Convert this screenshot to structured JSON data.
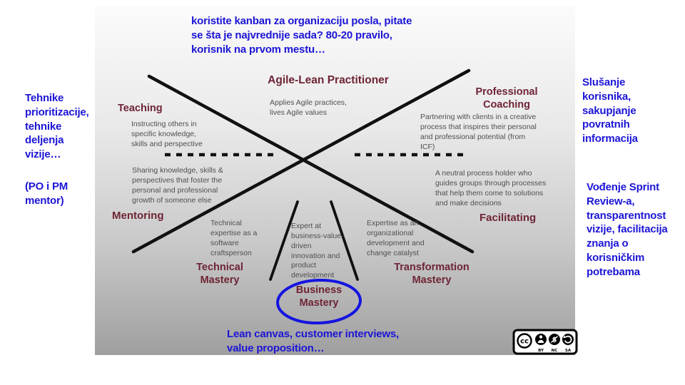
{
  "colors": {
    "annotation_blue": "#1c15d6",
    "heading_maroon": "#6e2435",
    "body_gray": "#4f4f4f",
    "line_black": "#111111",
    "ellipse_blue": "#1414e0",
    "slide_gradient_top": "#fbfbfb",
    "slide_gradient_bottom": "#9f9f9f"
  },
  "annotations": {
    "top": "koristite kanban za organizaciju posla, pitate\nse šta je najvrednije sada? 80-20 pravilo,\nkorisnik na prvom mestu…",
    "left_primary": "Tehnike\nprioritizacije,\ntehnike\ndeljenja\nvizije…",
    "left_secondary": "(PO i PM\nmentor)",
    "right_top": "Slušanje\nkorisnika,\nsakupjanje\npovratnih\ninformacija",
    "right_bottom": "Vođenje Sprint\nReview-a,\ntransparentnost\nvizije, facilitacija\nznanja o\nkorisničkim\npotrebama",
    "bottom": "Lean canvas, customer interviews,\nvalue proposition…"
  },
  "diagram": {
    "center": {
      "title": "Agile-Lean Practitioner",
      "desc": "Applies Agile practices,\nlives Agile values"
    },
    "teaching": {
      "title": "Teaching",
      "desc": "Instructing others in\nspecific knowledge,\nskills and perspective"
    },
    "professional_coaching": {
      "title": "Professional\nCoaching",
      "desc": "Partnering with clients in a creative\nprocess that inspires their personal\nand professional potential (from\nICF)"
    },
    "mentoring": {
      "title": "Mentoring",
      "desc": "Sharing knowledge, skills &\nperspectives that foster the\npersonal and professional\ngrowth of someone else"
    },
    "facilitating": {
      "title": "Facilitating",
      "desc": "A neutral process holder who\nguides groups through processes\nthat help them come to solutions\nand make decisions"
    },
    "technical_mastery": {
      "title": "Technical\nMastery",
      "desc": "Technical\nexpertise as a\nsoftware\ncraftsperson"
    },
    "business_mastery": {
      "title": "Business\nMastery",
      "desc": "Expert at\nbusiness-value-\ndriven\ninnovation and\nproduct\ndevelopment"
    },
    "transformation_mastery": {
      "title": "Transformation\nMastery",
      "desc": "Expertise as an\norganizational\ndevelopment and\nchange catalyst"
    }
  },
  "license": {
    "cc": "cc",
    "by": "BY",
    "nc": "NC",
    "sa": "SA"
  }
}
